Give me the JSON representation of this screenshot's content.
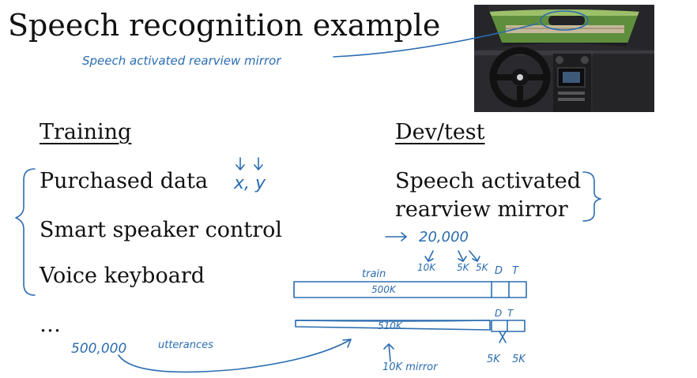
{
  "slide": {
    "title": "Speech recognition example",
    "training": {
      "heading": "Training",
      "items": [
        "Purchased data",
        "Smart speaker control",
        "Voice keyboard",
        "…"
      ]
    },
    "devtest": {
      "heading": "Dev/test",
      "items": [
        "Speech activated",
        "rearview mirror"
      ]
    }
  },
  "annotations": {
    "title_note": "Speech activated rearview mirror",
    "xy": "x, y",
    "utterances_count": "500,000",
    "utterances_word": "utterances",
    "devtest_count": "20,000",
    "split_10k": "10K",
    "split_5k_a": "5K",
    "split_5k_b": "5K",
    "label_D": "D",
    "label_T": "T",
    "label_train": "train",
    "bar1": "500K",
    "bar2": "510K",
    "label_D2": "D",
    "label_T2": "T",
    "mirror_note": "10K mirror",
    "bottom_5k_a": "5K",
    "bottom_5k_b": "5K"
  },
  "colors": {
    "ink": "#2b6cb0",
    "text": "#111111"
  }
}
